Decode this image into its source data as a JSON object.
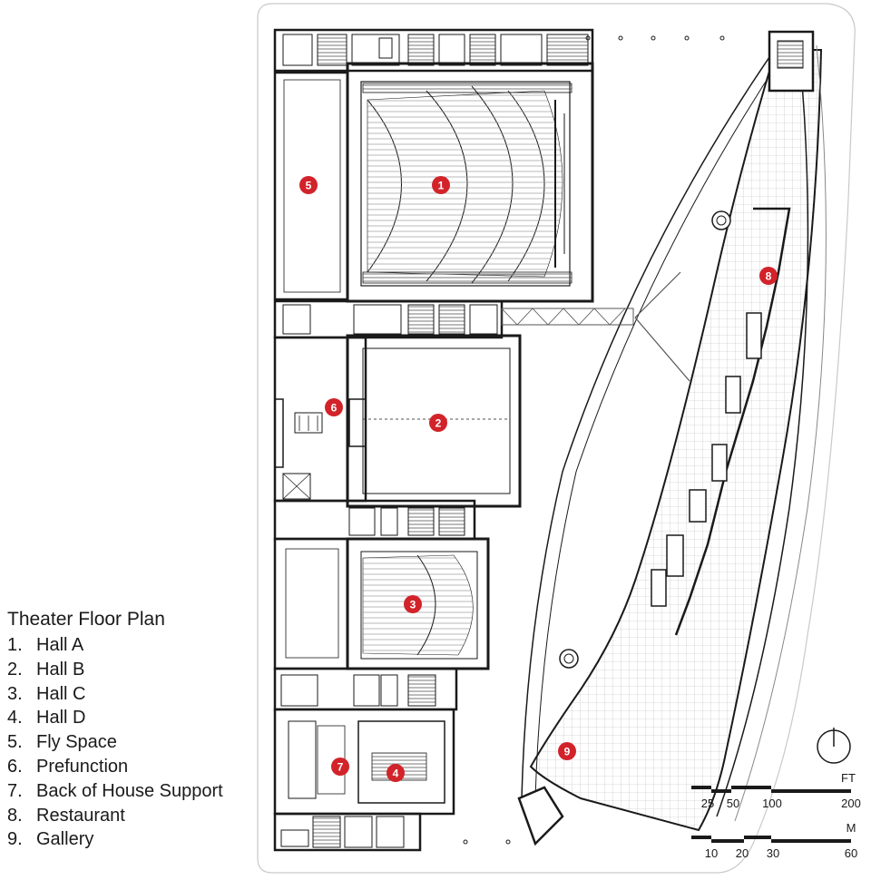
{
  "legend": {
    "title": "Theater Floor Plan",
    "items": [
      {
        "num": "1.",
        "label": "Hall A"
      },
      {
        "num": "2.",
        "label": "Hall B"
      },
      {
        "num": "3.",
        "label": "Hall C"
      },
      {
        "num": "4.",
        "label": "Hall D"
      },
      {
        "num": "5.",
        "label": "Fly Space"
      },
      {
        "num": "6.",
        "label": "Prefunction"
      },
      {
        "num": "7.",
        "label": "Back of House Support"
      },
      {
        "num": "8.",
        "label": "Restaurant"
      },
      {
        "num": "9.",
        "label": "Gallery"
      }
    ]
  },
  "markers": [
    "1",
    "2",
    "3",
    "4",
    "5",
    "6",
    "7",
    "8",
    "9"
  ],
  "scale": {
    "ft_unit": "FT",
    "ft_ticks": [
      "25",
      "50",
      "100",
      "200"
    ],
    "m_unit": "M",
    "m_ticks": [
      "10",
      "20",
      "30",
      "60"
    ]
  },
  "colors": {
    "marker": "#d2232a",
    "line": "#1a1a1a",
    "hatch": "#bdbdbd"
  },
  "icons": {
    "north": "north-arrow-icon"
  }
}
